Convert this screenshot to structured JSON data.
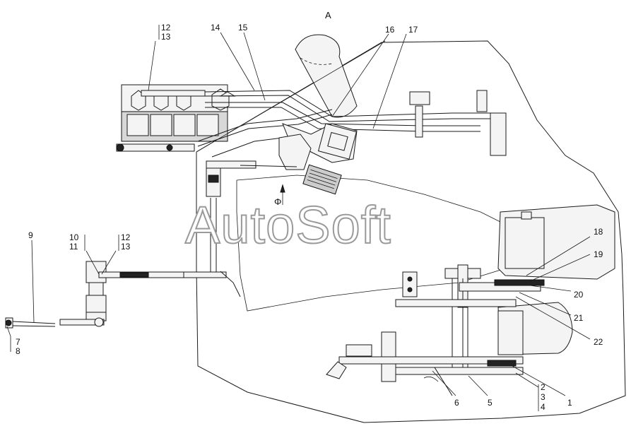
{
  "view_label": "A",
  "watermark": "AutoSoft",
  "direction_label": "Φ",
  "callouts": {
    "c1": "1",
    "c2_3_4": [
      "2",
      "3",
      "4"
    ],
    "c5": "5",
    "c6": "6",
    "c7_8": [
      "7",
      "8"
    ],
    "c9": "9",
    "c10_11": [
      "10",
      "11"
    ],
    "c12_13_left": [
      "12",
      "13"
    ],
    "c12_13_top": [
      "12",
      "13"
    ],
    "c14": "14",
    "c15": "15",
    "c16": "16",
    "c17": "17",
    "c18": "18",
    "c19": "19",
    "c20": "20",
    "c21": "21",
    "c22": "22"
  }
}
